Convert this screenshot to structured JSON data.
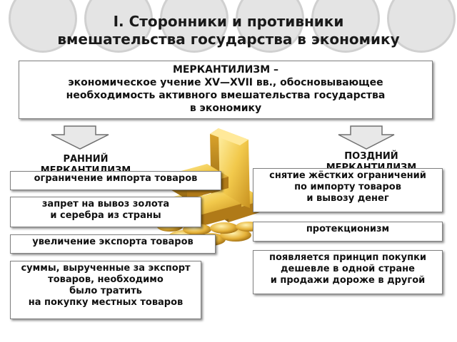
{
  "title": {
    "line1": "I. Сторонники и противники",
    "line2": "вмешательства государства в экономику"
  },
  "definition": {
    "line1": "МЕРКАНТИЛИЗМ –",
    "line2": "экономическое учение XV—XVII вв., обосновывающее",
    "line3": "необходимость активного вмешательства государства",
    "line4": "в  экономику"
  },
  "early": {
    "label_line1": "РАННИЙ",
    "label_line2": "МЕРКАНТИЛИЗМ",
    "items": [
      {
        "lines": [
          "ограничение импорта товаров"
        ]
      },
      {
        "lines": [
          "запрет на вывоз золота",
          "и серебра из страны"
        ]
      },
      {
        "lines": [
          "увеличение экспорта товаров"
        ]
      },
      {
        "lines": [
          "суммы, вырученные за экспорт",
          "товаров, необходимо",
          "было тратить",
          "на покупку местных товаров"
        ]
      }
    ]
  },
  "late": {
    "label_line1": "ПОЗДНИЙ",
    "label_line2": "МЕРКАНТИЛИЗМ",
    "items": [
      {
        "lines": [
          "снятие жёстких ограничений",
          "по импорту товаров",
          "и вывозу денег"
        ]
      },
      {
        "lines": [
          "протекционизм"
        ]
      },
      {
        "lines": [
          "появляется принцип покупки",
          "дешевле в одной стране",
          "и продажи дороже в другой"
        ]
      }
    ]
  },
  "colors": {
    "arrow_fill": "#e8e8e8",
    "arrow_stroke": "#707070",
    "gold_light": "#ffe680",
    "gold_mid": "#e2b43a",
    "gold_dark": "#a67614"
  },
  "icons": {
    "arrows": "down-arrow-icon",
    "image": "gold-bars-image"
  }
}
